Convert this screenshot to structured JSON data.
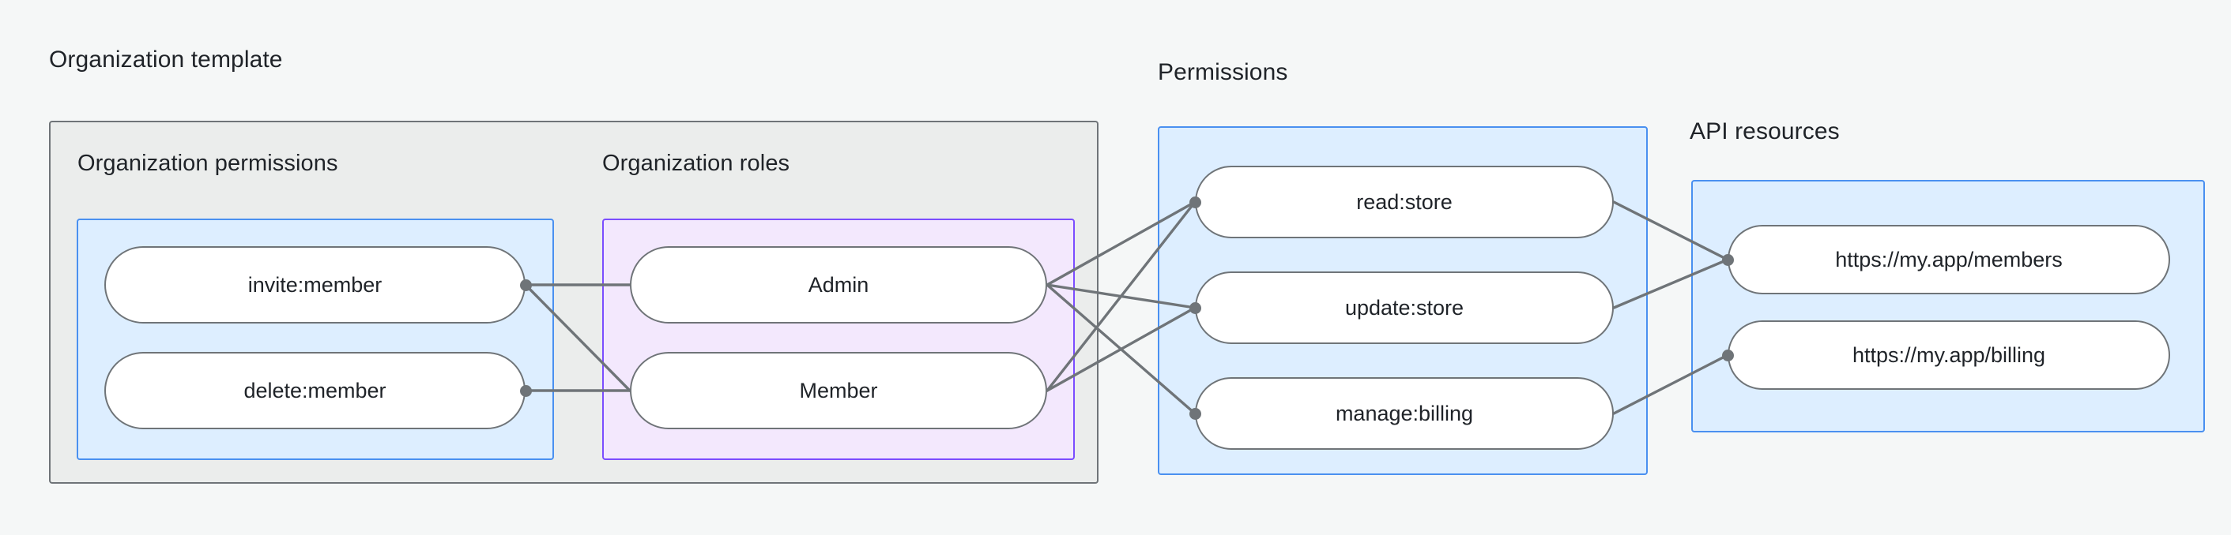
{
  "diagram": {
    "title": "Organization template",
    "background_color": "#f5f7f7",
    "groups": [
      {
        "key": "organization_template",
        "label": "Organization template",
        "fill": "#ebedec",
        "stroke": "#6f7478"
      },
      {
        "key": "organization_permissions",
        "label": "Organization permissions",
        "fill": "#ddeeff",
        "stroke": "#4a90f0"
      },
      {
        "key": "organization_roles",
        "label": "Organization roles",
        "fill": "#f3e8fd",
        "stroke": "#7b4dff"
      },
      {
        "key": "permissions",
        "label": "Permissions",
        "fill": "#ddeeff",
        "stroke": "#4a90f0"
      },
      {
        "key": "api_resources",
        "label": "API resources",
        "fill": "#ddeeff",
        "stroke": "#4a90f0"
      }
    ],
    "nodes": {
      "organization_permissions": [
        {
          "id": "invite-member",
          "label": "invite:member"
        },
        {
          "id": "delete-member",
          "label": "delete:member"
        }
      ],
      "organization_roles": [
        {
          "id": "admin",
          "label": "Admin"
        },
        {
          "id": "member",
          "label": "Member"
        }
      ],
      "permissions": [
        {
          "id": "read-store",
          "label": "read:store"
        },
        {
          "id": "update-store",
          "label": "update:store"
        },
        {
          "id": "manage-billing",
          "label": "manage:billing"
        }
      ],
      "api_resources": [
        {
          "id": "url-members",
          "label": "https://my.app/members"
        },
        {
          "id": "url-billing",
          "label": "https://my.app/billing"
        }
      ]
    },
    "edges": [
      {
        "from": "invite-member",
        "to": "admin"
      },
      {
        "from": "invite-member",
        "to": "member"
      },
      {
        "from": "delete-member",
        "to": "member"
      },
      {
        "from": "admin",
        "to": "read-store"
      },
      {
        "from": "admin",
        "to": "update-store"
      },
      {
        "from": "admin",
        "to": "manage-billing"
      },
      {
        "from": "member",
        "to": "read-store"
      },
      {
        "from": "member",
        "to": "update-store"
      },
      {
        "from": "read-store",
        "to": "url-members"
      },
      {
        "from": "update-store",
        "to": "url-members"
      },
      {
        "from": "manage-billing",
        "to": "url-billing"
      }
    ],
    "edge_color": "#6f7478"
  }
}
